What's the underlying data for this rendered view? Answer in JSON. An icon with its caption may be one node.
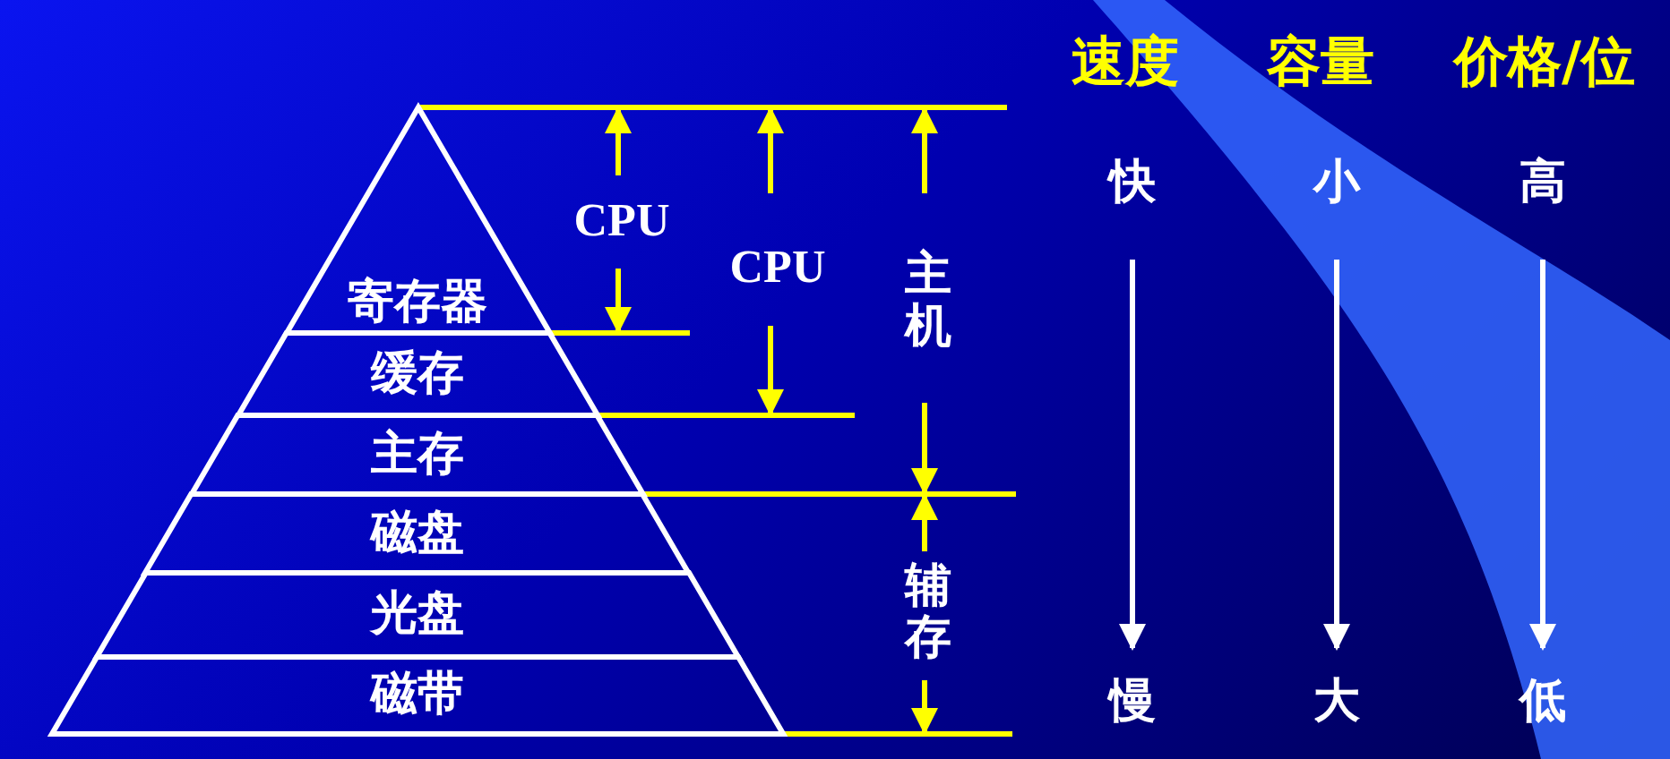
{
  "diagram": {
    "nodes": [
      {
        "text": [
          "寄存器"
        ]
      },
      {
        "text": [
          "缓存"
        ]
      },
      {
        "text": [
          "主存"
        ]
      },
      {
        "text": [
          "磁盘"
        ]
      },
      {
        "text": [
          "光盘"
        ]
      },
      {
        "text": [
          "磁带"
        ]
      },
      {
        "text": [
          "快"
        ]
      },
      {
        "text": [
          "慢"
        ]
      },
      {
        "text": [
          "小"
        ]
      },
      {
        "text": [
          "大"
        ]
      },
      {
        "text": [
          "高"
        ]
      },
      {
        "text": [
          "低"
        ]
      }
    ],
    "edges": [
      {
        "from": 6,
        "to": 7,
        "arrow": "to"
      },
      {
        "from": 8,
        "to": 9,
        "arrow": "to"
      },
      {
        "from": 10,
        "to": 11,
        "arrow": "to"
      }
    ],
    "labels": [
      "速度",
      "容量",
      "价格/位",
      "CPU",
      "CPU",
      "主机",
      "辅存"
    ]
  }
}
